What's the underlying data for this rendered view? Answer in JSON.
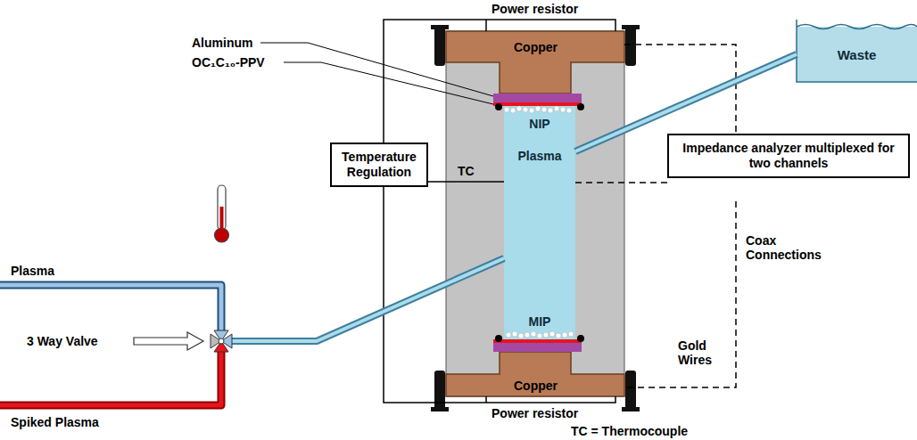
{
  "diagram": {
    "nodes": [
      {
        "text": [
          "Temperature Regulation"
        ]
      },
      {
        "text": [
          "NIP",
          "Plasma",
          "MIP"
        ]
      },
      {
        "text": [
          "Impedance analyzer multiplexed for two channels"
        ]
      },
      {
        "text": [
          "Waste"
        ]
      }
    ],
    "edges": [
      {
        "from": 0,
        "to": 1,
        "label": "TC",
        "arrow": "none"
      },
      {
        "from": 1,
        "to": 3,
        "arrow": "none"
      }
    ],
    "labels": [
      "Power resistor",
      "Aluminum",
      "OC₁C₁₀-PPV",
      "Copper",
      "Plasma",
      "3 Way Valve",
      "Spiked Plasma",
      "Copper",
      "Power resistor",
      "TC = Thermocouple",
      "Coax Connections",
      "Gold Wires"
    ]
  }
}
